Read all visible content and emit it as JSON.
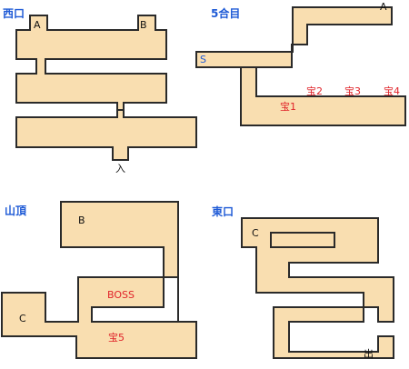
{
  "areas": {
    "west": {
      "title": "西口",
      "door_a": "A",
      "door_b": "B",
      "entrance": "入"
    },
    "fifth": {
      "title": "5合目",
      "door_a": "A",
      "start": "S",
      "t1": "宝1",
      "t2": "宝2",
      "t3": "宝3",
      "t4": "宝4"
    },
    "summit": {
      "title": "山頂",
      "door_b": "B",
      "door_c": "C",
      "boss": "BOSS",
      "t5": "宝5"
    },
    "east": {
      "title": "東口",
      "door_c": "C",
      "exit": "出"
    }
  },
  "colors": {
    "floor": "#f9deb0",
    "wall": "#2a2a2a",
    "title": "#1e5ad6",
    "treasure": "#e0242a"
  }
}
